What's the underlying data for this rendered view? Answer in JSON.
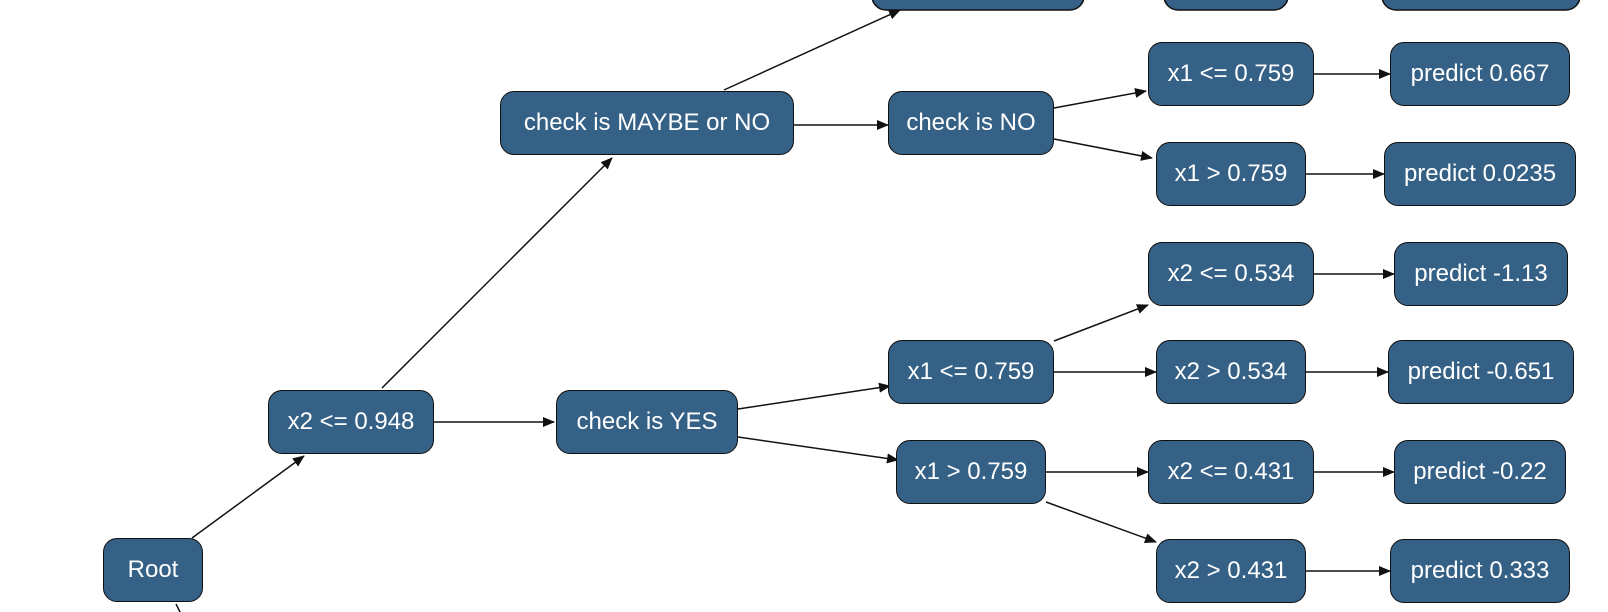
{
  "colors": {
    "node_fill": "#366186",
    "node_text": "#ffffff",
    "edge": "#111111"
  },
  "tree": {
    "nodes": {
      "root": "Root",
      "x2_le_0948": "x2 <= 0.948",
      "check_maybe_or_no": "check is MAYBE or NO",
      "check_yes": "check is YES",
      "check_no": "check is NO",
      "x1_le_0759_a": "x1 <= 0.759",
      "x1_gt_0759_a": "x1 > 0.759",
      "predict_0667": "predict 0.667",
      "predict_00235": "predict 0.0235",
      "x1_le_0759_b": "x1 <= 0.759",
      "x1_gt_0759_b": "x1 > 0.759",
      "x2_le_0534": "x2 <= 0.534",
      "x2_gt_0534": "x2 > 0.534",
      "x2_le_0431": "x2 <= 0.431",
      "x2_gt_0431": "x2 > 0.431",
      "predict_neg113": "predict -1.13",
      "predict_neg0651": "predict -0.651",
      "predict_neg022": "predict -0.22",
      "predict_0333": "predict 0.333"
    }
  }
}
